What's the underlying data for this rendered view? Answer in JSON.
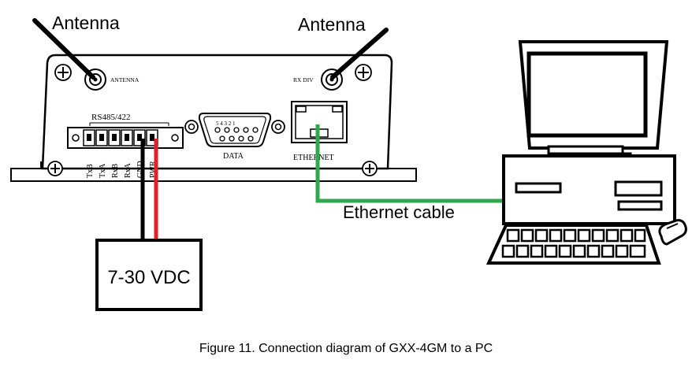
{
  "labels": {
    "antenna_left": "Antenna",
    "antenna_right": "Antenna",
    "antenna_port": "ANTENNA",
    "rx_div_port": "RX DIV",
    "rs485": "RS485/422",
    "pins": [
      "TxB",
      "TxA",
      "RxB",
      "RxA",
      "GND",
      "PWR"
    ],
    "data_port": "DATA",
    "serial_pins": "5 4 3 2 1",
    "ethernet_port": "ETHERNET",
    "ethernet_cable": "Ethernet cable",
    "power_supply": "7-30 VDC",
    "caption": "Figure 11. Connection diagram of GXX-4GM to a PC"
  },
  "colors": {
    "ethernet_cable": "#2fa84f",
    "power_positive": "#e0202a",
    "power_ground": "#000000"
  }
}
